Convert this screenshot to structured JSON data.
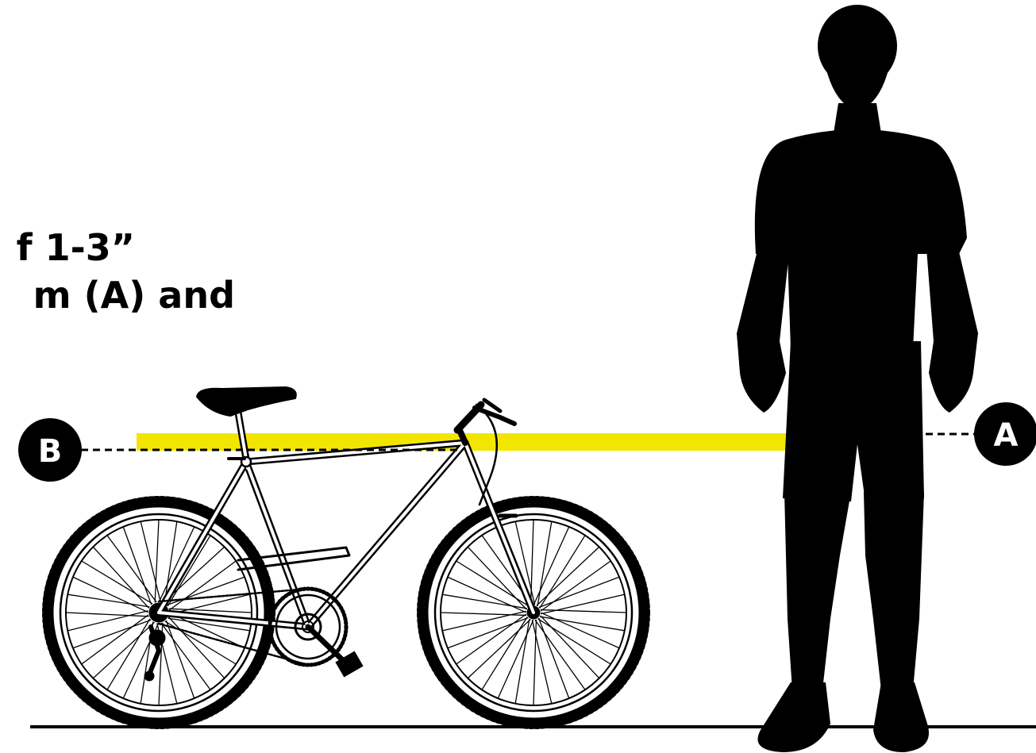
{
  "caption": {
    "line1": "f 1-3”",
    "line2": "m (A) and"
  },
  "markers": {
    "a_label": "A",
    "b_label": "B"
  },
  "colors": {
    "highlight": "#f2e600",
    "ink": "#000000",
    "frame_fill": "#ffffff"
  },
  "icons": [
    "bicycle-icon",
    "person-silhouette-icon"
  ]
}
